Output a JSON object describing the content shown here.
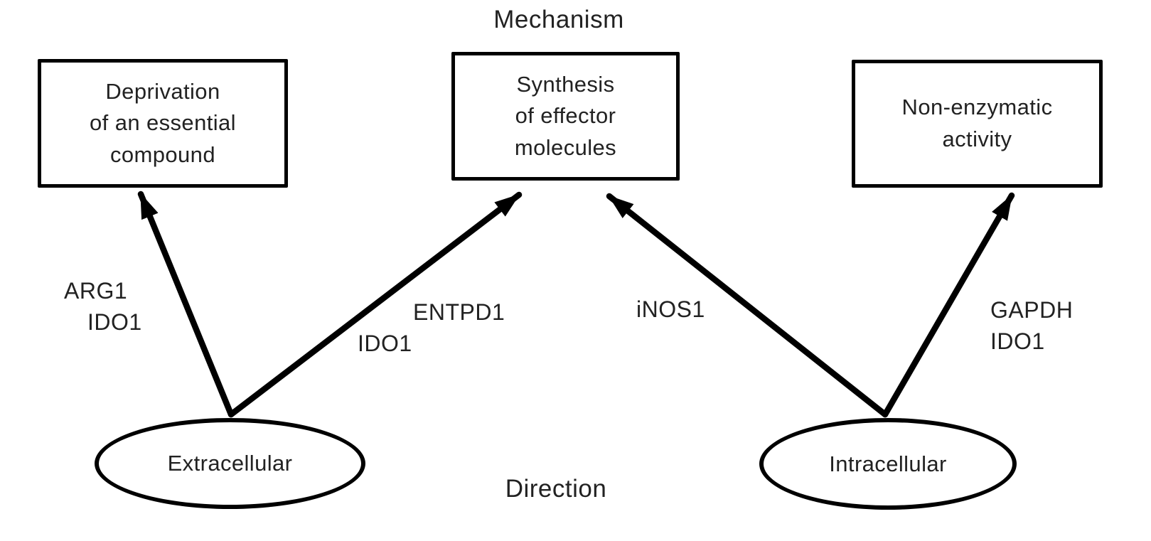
{
  "diagram": {
    "title": "Mechanism",
    "direction_label": "Direction",
    "mechanism_nodes": [
      {
        "id": "deprivation",
        "label": "Deprivation\nof an essential\ncompound"
      },
      {
        "id": "synthesis",
        "label": "Synthesis\nof effector\nmolecules"
      },
      {
        "id": "non-enzymatic",
        "label": "Non-enzymatic\nactivity"
      }
    ],
    "direction_nodes": [
      {
        "id": "extracellular",
        "label": "Extracellular"
      },
      {
        "id": "intracellular",
        "label": "Intracellular"
      }
    ],
    "edges": [
      {
        "from": "Extracellular",
        "to": "Deprivation of an essential compound",
        "genes": [
          "ARG1",
          "IDO1"
        ]
      },
      {
        "from": "Extracellular",
        "to": "Synthesis of effector molecules",
        "genes": [
          "ENTPD1",
          "IDO1"
        ]
      },
      {
        "from": "Intracellular",
        "to": "Synthesis of effector molecules",
        "genes": [
          "iNOS1"
        ]
      },
      {
        "from": "Intracellular",
        "to": "Non-enzymatic activity",
        "genes": [
          "GAPDH",
          "IDO1"
        ]
      }
    ],
    "colors": {
      "stroke": "#000000",
      "text": "#222222",
      "background": "#ffffff"
    }
  }
}
